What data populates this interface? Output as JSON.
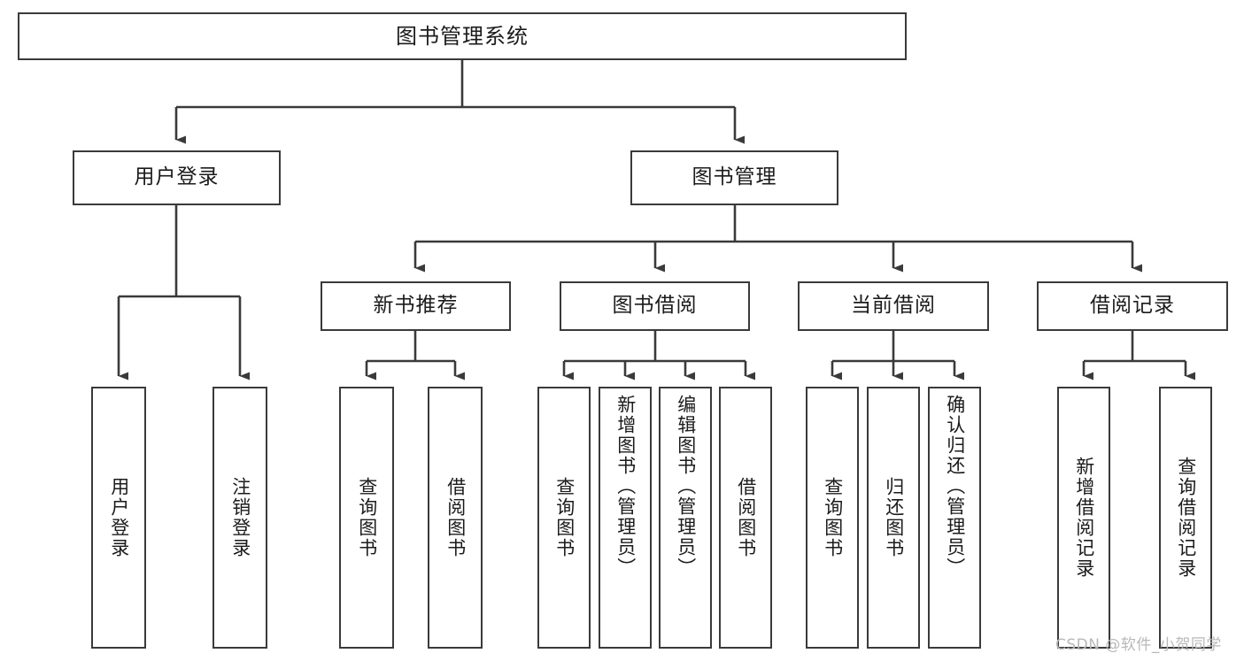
{
  "diagram": {
    "title": "图书管理系统",
    "type": "tree-hierarchy",
    "orientation": "top-down",
    "colors": {
      "box_border": "#3a3a3a",
      "box_fill": "#ffffff",
      "edge": "#3a3a3a",
      "text": "#1b1b1b",
      "watermark": "#b8b8b8",
      "background": "#ffffff"
    },
    "watermark": "CSDN @软件_小贺同学",
    "levels": {
      "level1": [
        "图书管理系统"
      ],
      "level2": [
        "用户登录",
        "图书管理"
      ],
      "level3": [
        "新书推荐",
        "图书借阅",
        "当前借阅",
        "借阅记录"
      ],
      "level4": [
        "用户登录",
        "注销登录",
        "查询图书",
        "借阅图书",
        "查询图书",
        "新增图书（管理员）",
        "编辑图书（管理员）",
        "借阅图书",
        "查询图书",
        "归还图书",
        "确认归还（管理员）",
        "新增借阅记录",
        "查询借阅记录"
      ]
    },
    "nodes": {
      "root": {
        "label": "图书管理系统"
      },
      "user_login": {
        "label": "用户登录"
      },
      "book_manage": {
        "label": "图书管理"
      },
      "new_book_rec": {
        "label": "新书推荐"
      },
      "book_borrow": {
        "label": "图书借阅"
      },
      "current_borrow": {
        "label": "当前借阅"
      },
      "borrow_record": {
        "label": "借阅记录"
      },
      "leaf_user_login": {
        "label": "用户登录"
      },
      "leaf_logout": {
        "label": "注销登录"
      },
      "leaf_query_book_1": {
        "label": "查询图书"
      },
      "leaf_borrow_book_1": {
        "label": "借阅图书"
      },
      "leaf_query_book_2": {
        "label": "查询图书"
      },
      "leaf_add_book_admin": {
        "label": "新增图书（管理员）"
      },
      "leaf_edit_book_admin": {
        "label": "编辑图书（管理员）"
      },
      "leaf_borrow_book_2": {
        "label": "借阅图书"
      },
      "leaf_query_book_3": {
        "label": "查询图书"
      },
      "leaf_return_book": {
        "label": "归还图书"
      },
      "leaf_confirm_return_admin": {
        "label": "确认归还（管理员）"
      },
      "leaf_add_borrow_record": {
        "label": "新增借阅记录"
      },
      "leaf_query_borrow_record": {
        "label": "查询借阅记录"
      }
    },
    "edges": [
      {
        "from": "图书管理系统",
        "to": "用户登录"
      },
      {
        "from": "图书管理系统",
        "to": "图书管理"
      },
      {
        "from": "用户登录",
        "to": "用户登录"
      },
      {
        "from": "用户登录",
        "to": "注销登录"
      },
      {
        "from": "图书管理",
        "to": "新书推荐"
      },
      {
        "from": "图书管理",
        "to": "图书借阅"
      },
      {
        "from": "图书管理",
        "to": "当前借阅"
      },
      {
        "from": "图书管理",
        "to": "借阅记录"
      },
      {
        "from": "新书推荐",
        "to": "查询图书"
      },
      {
        "from": "新书推荐",
        "to": "借阅图书"
      },
      {
        "from": "图书借阅",
        "to": "查询图书"
      },
      {
        "from": "图书借阅",
        "to": "新增图书（管理员）"
      },
      {
        "from": "图书借阅",
        "to": "编辑图书（管理员）"
      },
      {
        "from": "图书借阅",
        "to": "借阅图书"
      },
      {
        "from": "当前借阅",
        "to": "查询图书"
      },
      {
        "from": "当前借阅",
        "to": "归还图书"
      },
      {
        "from": "当前借阅",
        "to": "确认归还（管理员）"
      },
      {
        "from": "借阅记录",
        "to": "新增借阅记录"
      },
      {
        "from": "借阅记录",
        "to": "查询借阅记录"
      }
    ]
  }
}
